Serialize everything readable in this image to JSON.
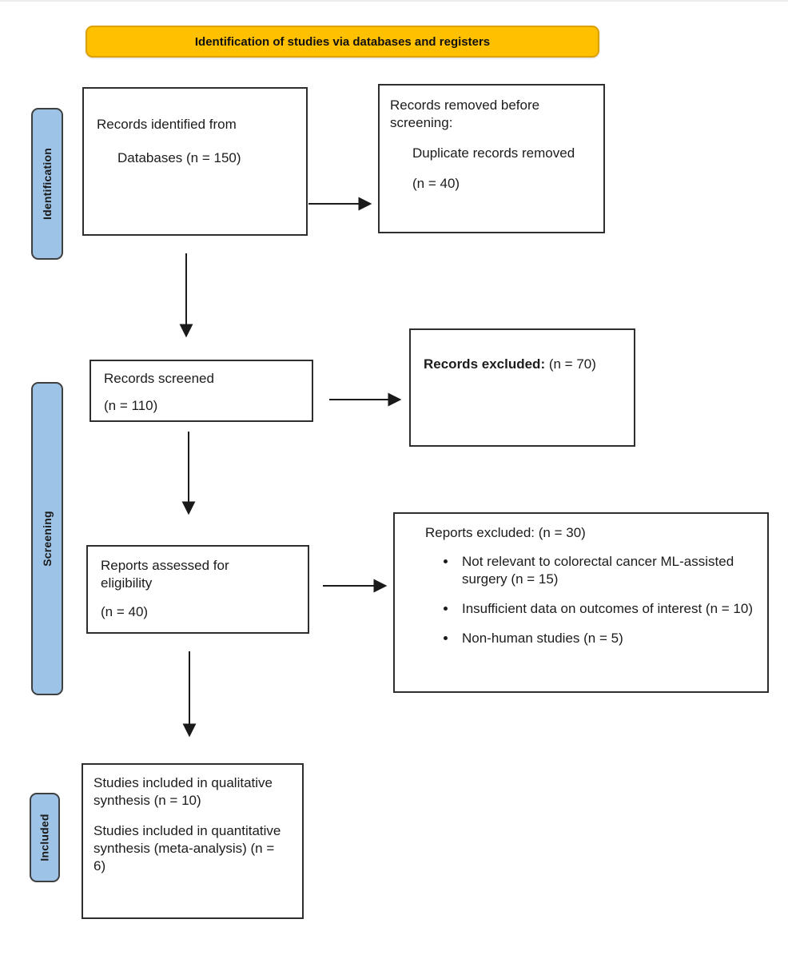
{
  "banner": {
    "label": "Identification of studies via databases and registers"
  },
  "sidebars": {
    "identification": "Identification",
    "screening": "Screening",
    "included": "Included"
  },
  "boxes": {
    "records_identified": {
      "line1": "Records identified from",
      "line2": "Databases (n = 150)"
    },
    "records_removed": {
      "line1": "Records removed before screening:",
      "line2": "Duplicate records removed",
      "line3": "(n = 40)"
    },
    "records_screened": {
      "line1": "Records screened",
      "line2": "(n = 110)"
    },
    "records_excluded": {
      "label_bold": "Records excluded:",
      "label_rest": " (n = 70)"
    },
    "reports_assessed": {
      "line1": "Reports assessed for eligibility",
      "line2": "(n = 40)"
    },
    "reports_excluded": {
      "heading": "Reports excluded: (n = 30)",
      "bullets": [
        "Not relevant to colorectal cancer ML-assisted surgery (n = 15)",
        "Insufficient data on outcomes of interest (n = 10)",
        "Non-human studies (n = 5)"
      ]
    },
    "studies_included": {
      "para1": "Studies included in qualitative synthesis (n = 10)",
      "para2": "Studies included in quantitative synthesis (meta-analysis) (n = 6)"
    }
  },
  "colors": {
    "banner_bg": "#FFC000",
    "banner_border": "#DCA000",
    "stage_bg": "#9DC3E6",
    "stage_border": "#3F3F3F",
    "box_border": "#2E2E2E",
    "arrow": "#1A1A1A",
    "background": "#FFFFFF"
  }
}
